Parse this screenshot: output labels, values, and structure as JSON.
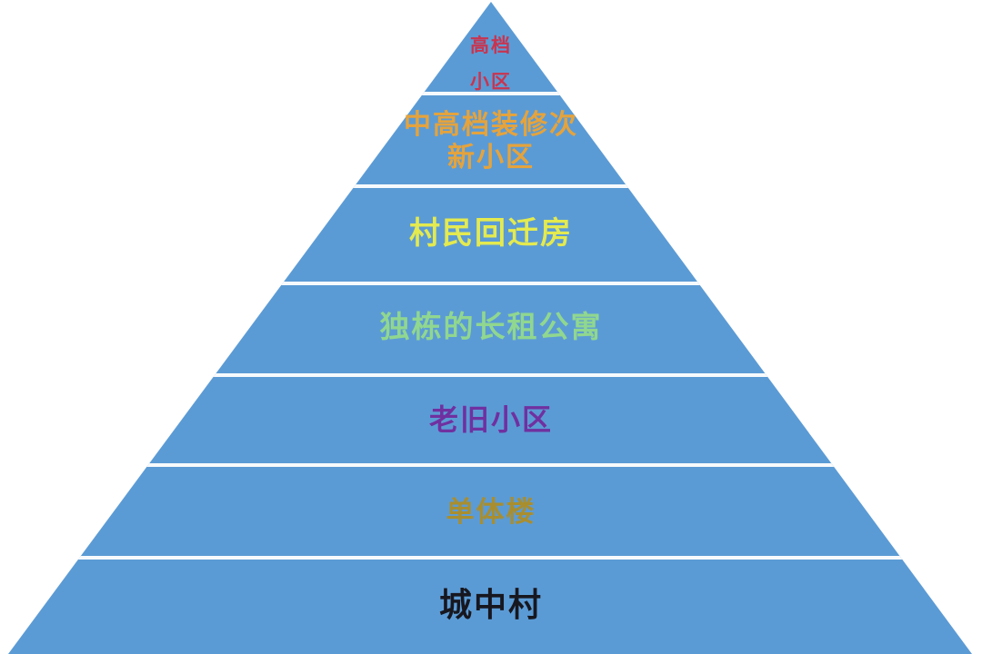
{
  "diagram": {
    "type": "pyramid",
    "fill_color": "#5B9BD5",
    "divider_color": "#F7FAFC",
    "background_color": "#FFFFFF",
    "levels": [
      {
        "rank": 1,
        "label": "高档\n小区",
        "color": "#C9344F"
      },
      {
        "rank": 2,
        "label": "中高档装修次\n新小区",
        "color": "#E5A33C"
      },
      {
        "rank": 3,
        "label": "村民回迁房",
        "color": "#E4EA4F"
      },
      {
        "rank": 4,
        "label": "独栋的长租公寓",
        "color": "#90D78F"
      },
      {
        "rank": 5,
        "label": "老旧小区",
        "color": "#7030A0"
      },
      {
        "rank": 6,
        "label": "单体楼",
        "color": "#A98E2F"
      },
      {
        "rank": 7,
        "label": "城中村",
        "color": "#17171F"
      }
    ]
  }
}
